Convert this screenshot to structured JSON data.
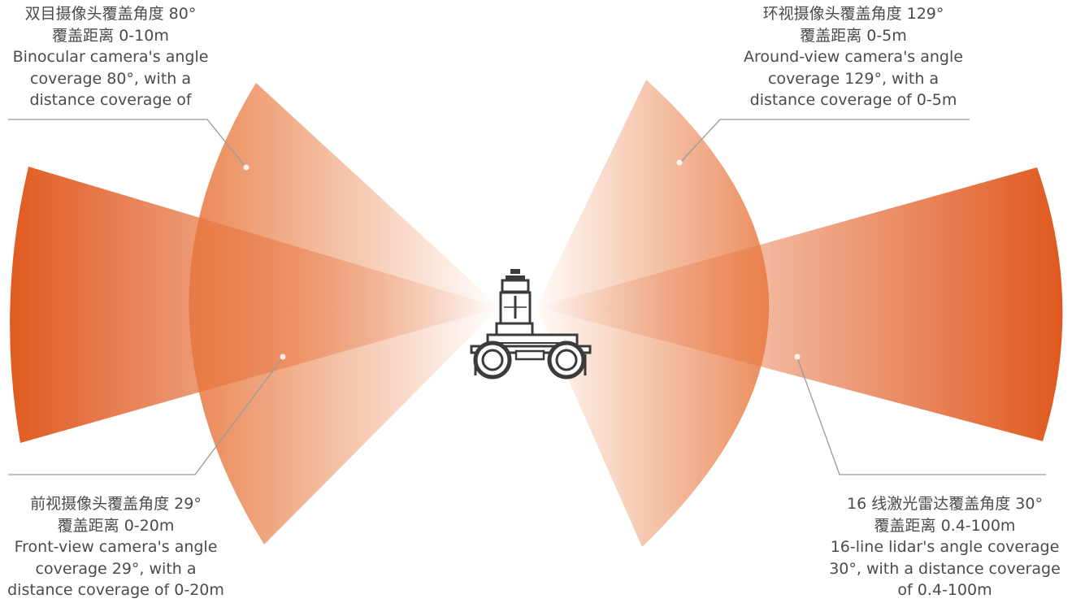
{
  "labels": {
    "binocular": {
      "cn_title": "双目摄像头覆盖角度 80°",
      "cn_range": "覆盖距离 0-10m",
      "en_lines": [
        "Binocular camera's angle",
        "coverage 80°, with a",
        "distance coverage of"
      ]
    },
    "around_view": {
      "cn_title": "环视摄像头覆盖角度 129°",
      "cn_range": "覆盖距离 0-5m",
      "en_lines": [
        "Around-view camera's angle",
        "coverage 129°, with a",
        "distance coverage of 0-5m"
      ]
    },
    "front_view": {
      "cn_title": "前视摄像头覆盖角度 29°",
      "cn_range": "覆盖距离 0-20m",
      "en_lines": [
        "Front-view camera's angle",
        "coverage 29°, with a",
        "distance coverage of 0-20m"
      ]
    },
    "lidar": {
      "cn_title": "16 线激光雷达覆盖角度 30°",
      "cn_range": "覆盖距离 0.4-100m",
      "en_lines": [
        "16-line lidar's angle coverage",
        "30°, with a distance coverage",
        "of 0.4-100m"
      ]
    }
  },
  "colors": {
    "fov_strong": "#e05a20",
    "fov_mid": "#e98a58",
    "leader_line": "#9a9a9a",
    "robot": "#3a3a3a",
    "text": "#4b4b4b"
  }
}
